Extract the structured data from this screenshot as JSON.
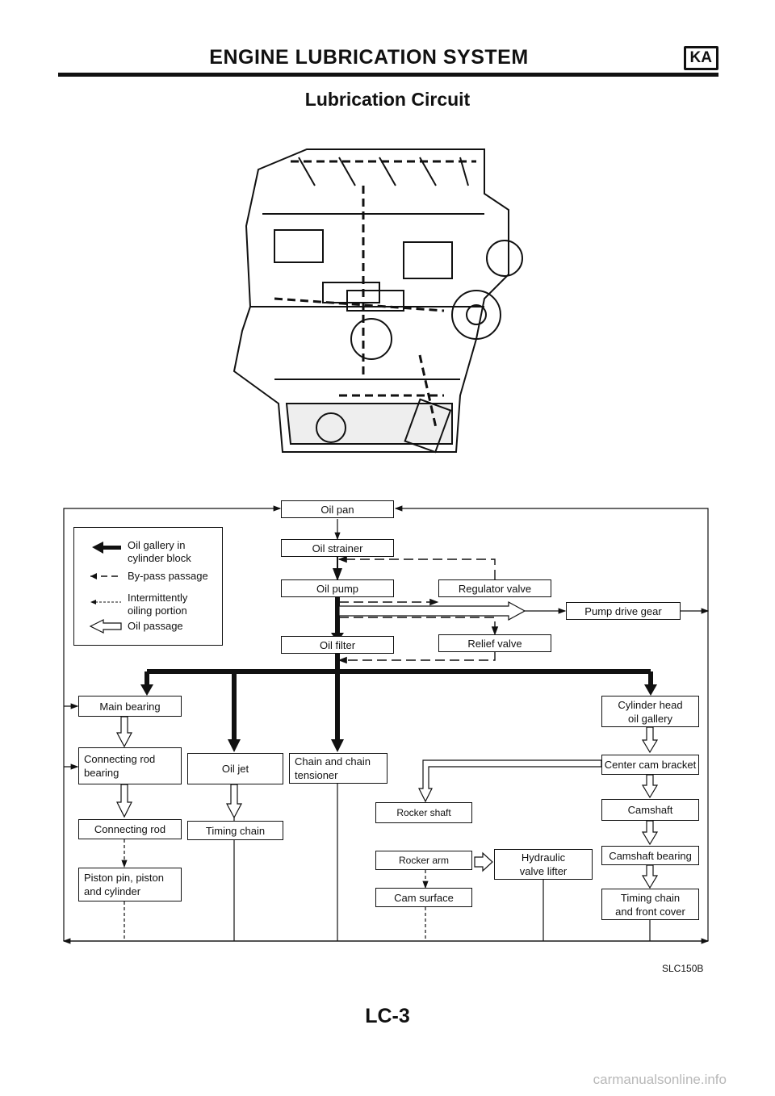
{
  "header": {
    "title": "ENGINE LUBRICATION SYSTEM",
    "badge": "KA"
  },
  "subtitle": "Lubrication Circuit",
  "legend": {
    "oil_gallery": "Oil gallery in\ncylinder block",
    "bypass": "By-pass passage",
    "intermittent": "Intermittently\noiling portion",
    "oil_passage": "Oil passage"
  },
  "boxes": {
    "oil_pan": "Oil pan",
    "oil_strainer": "Oil strainer",
    "oil_pump": "Oil pump",
    "regulator_valve": "Regulator valve",
    "pump_drive_gear": "Pump drive gear",
    "oil_filter": "Oil filter",
    "relief_valve": "Relief valve",
    "main_bearing": "Main bearing",
    "connecting_rod_bearing": "Connecting rod\nbearing",
    "connecting_rod": "Connecting rod",
    "piston_pin": "Piston pin, piston\nand cylinder",
    "oil_jet": "Oil jet",
    "timing_chain": "Timing chain",
    "chain_tensioner": "Chain and chain\ntensioner",
    "rocker_shaft": "Rocker shaft",
    "rocker_arm": "Rocker arm",
    "cam_surface": "Cam surface",
    "hydraulic_lifter": "Hydraulic\nvalve lifter",
    "cylinder_head_gallery": "Cylinder head\noil gallery",
    "center_cam_bracket": "Center cam bracket",
    "camshaft": "Camshaft",
    "camshaft_bearing": "Camshaft bearing",
    "timing_chain_front_cover": "Timing chain\nand front cover"
  },
  "figure_ref": "SLC150B",
  "page_number": "LC-3",
  "watermark": "carmanualsonline.info"
}
